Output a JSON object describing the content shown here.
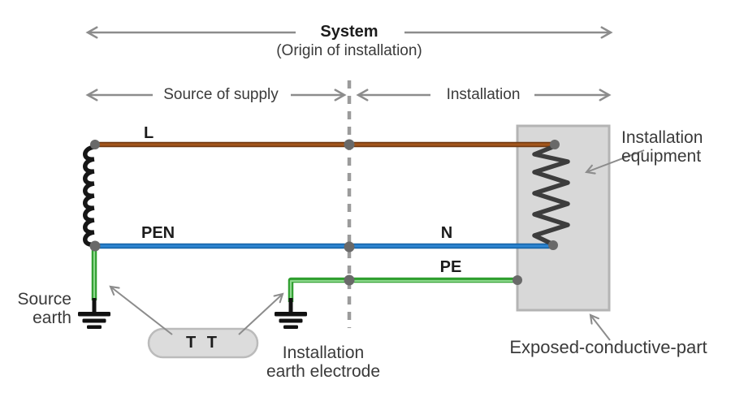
{
  "header": {
    "system": "System",
    "system_sub": "(Origin of installation)",
    "source_section": "Source of supply",
    "installation_section": "Installation"
  },
  "conductors": {
    "line": {
      "label": "L",
      "color": "#a3561c"
    },
    "pen": {
      "label": "PEN",
      "color": "#2d84d0"
    },
    "neutral": {
      "label": "N"
    },
    "pe": {
      "label": "PE",
      "color": "#2e9e2e"
    }
  },
  "earthing": {
    "source_earth": {
      "line1": "Source",
      "line2": "earth"
    },
    "system_type_badge": "T T",
    "installation_electrode": {
      "line1": "Installation",
      "line2": "earth electrode"
    }
  },
  "equipment": {
    "installation_equipment": {
      "line1": "Installation",
      "line2": "equipment"
    },
    "exposed_part": "Exposed-conductive-part"
  },
  "colors": {
    "arrow_gray": "#8c8c8c",
    "dashed_gray": "#9b9b9b",
    "equipment_box_fill": "#d8d8d8",
    "badge_fill": "#dcdcdc",
    "junction_dot": "#696969",
    "coil_black": "#161616"
  }
}
